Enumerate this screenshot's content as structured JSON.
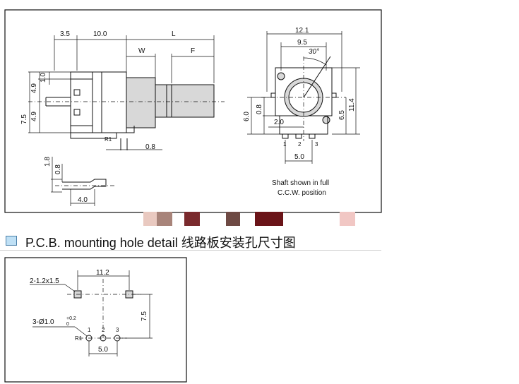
{
  "top_drawing": {
    "side_view": {
      "dims": {
        "d_3_5": "3.5",
        "d_10_0": "10.0",
        "d_L": "L",
        "d_W": "W",
        "d_F": "F",
        "d_4_9a": "4.9",
        "d_1_0": "1.0",
        "d_4_9b": "4.9",
        "d_7_5": "7.5",
        "d_0_8": "0.8",
        "r1": "R1"
      }
    },
    "lead_detail": {
      "dims": {
        "d_1_8": "1.8",
        "d_0_8": "0.8",
        "d_4_0": "4.0"
      }
    },
    "front_view": {
      "dims": {
        "d_12_1": "12.1",
        "d_9_5": "9.5",
        "d_30": "30°",
        "d_6_0": "6.0",
        "d_0_8": "0.8",
        "d_2_0": "2.0",
        "d_6_5": "6.5",
        "d_11_4": "11.4",
        "d_5_0": "5.0",
        "pin1": "1",
        "pin2": "2",
        "pin3": "3"
      },
      "note_line1": "Shaft shown in full",
      "note_line2": "C.C.W. position"
    }
  },
  "swatch_colors": [
    "#e9c9c0",
    "#a8847a",
    "#7a2a2d",
    "#6e4a44",
    "#6a1418",
    "#f1c7c4"
  ],
  "section_header": {
    "title": "P.C.B. mounting hole detail  线路板安装孔尺寸图",
    "box_color": "#bfe0f5"
  },
  "pcb_detail": {
    "dims": {
      "pad": "2-1.2x1.5",
      "d_11_2": "11.2",
      "d_7_5": "7.5",
      "hole": "3-Ø1.0",
      "tol_plus": "+0.2",
      "tol_zero": "0",
      "d_5_0": "5.0",
      "r1": "R1",
      "pin1": "1",
      "pin2": "2",
      "pin3": "3"
    }
  }
}
